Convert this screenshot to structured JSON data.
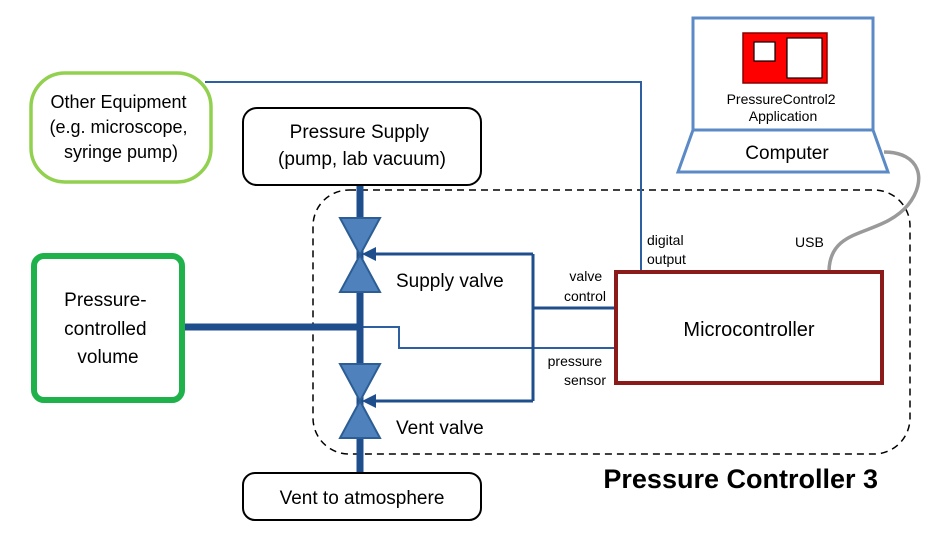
{
  "title": "Pressure Controller 3",
  "nodes": {
    "other_equipment": {
      "lines": [
        "Other Equipment",
        "(e.g. microscope,",
        "syringe pump)"
      ]
    },
    "pressure_supply": {
      "lines": [
        "Pressure Supply",
        "(pump, lab vacuum)"
      ]
    },
    "pressure_volume": {
      "lines": [
        "Pressure-",
        "controlled",
        "volume"
      ]
    },
    "supply_valve": {
      "label": "Supply valve"
    },
    "vent_valve": {
      "label": "Vent valve"
    },
    "vent_atmosphere": {
      "label": "Vent to atmosphere"
    },
    "microcontroller": {
      "label": "Microcontroller"
    },
    "computer": {
      "label": "Computer"
    },
    "application": {
      "lines": [
        "PressureControl2",
        "Application"
      ]
    }
  },
  "edge_labels": {
    "digital_output": [
      "digital",
      "output"
    ],
    "usb": "USB",
    "valve_control": [
      "valve",
      "control"
    ],
    "pressure_sensor": [
      "pressure",
      "sensor"
    ]
  },
  "colors": {
    "pipe": "#1f4e8c",
    "signal": "#2e5fa1",
    "valve_fill": "#4f81bd",
    "valve_stroke": "#2c5d94",
    "equipment_border": "#92d050",
    "volume_border": "#1fb24a",
    "micro_border": "#8b1a1a",
    "computer_border": "#5b8ac7",
    "app_fill": "#ff0000",
    "usb_cable": "#9a9a9a"
  }
}
